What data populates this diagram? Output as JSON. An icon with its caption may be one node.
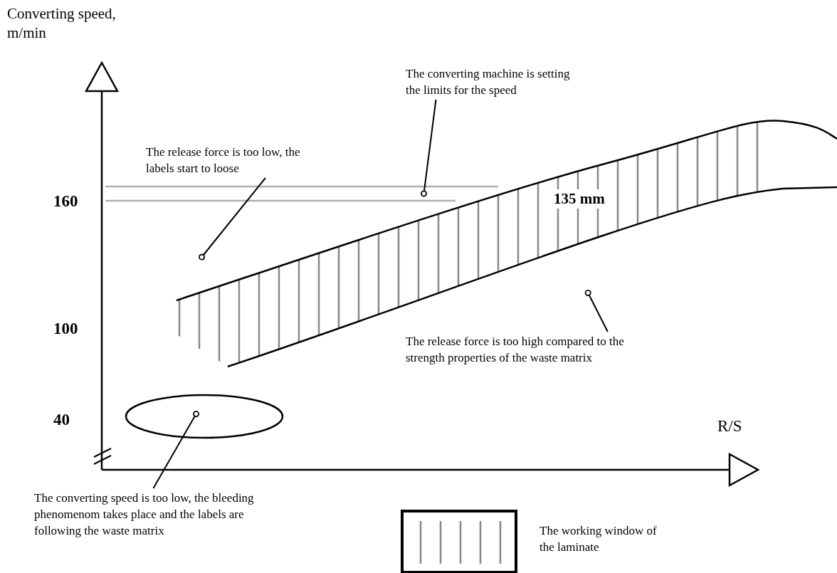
{
  "diagram": {
    "nodes": [
      {
        "text": [
          "The converting machine is setting the limits for the speed"
        ]
      },
      {
        "text": [
          "The release force is too low, the labels start to loose"
        ]
      },
      {
        "text": [
          "The release force is too high compared to the strength properties of the waste matrix"
        ]
      },
      {
        "text": [],
        "shape": "ellipse"
      },
      {
        "text": [
          "The converting speed is too low, the bleeding phenomenom takes place and the labels are following the waste matrix"
        ]
      }
    ],
    "edges": [
      {
        "from": 0,
        "to": null,
        "arrow": "other"
      },
      {
        "from": 1,
        "to": null,
        "arrow": "other"
      },
      {
        "from": 2,
        "to": null,
        "arrow": "other"
      },
      {
        "from": 4,
        "to": 3,
        "arrow": "other"
      }
    ],
    "labels": [
      "Converting speed, m/min",
      "160",
      "135 mm",
      "100",
      "40",
      "R/S"
    ],
    "legend": [
      {
        "text": "The working window of the laminate"
      }
    ]
  }
}
